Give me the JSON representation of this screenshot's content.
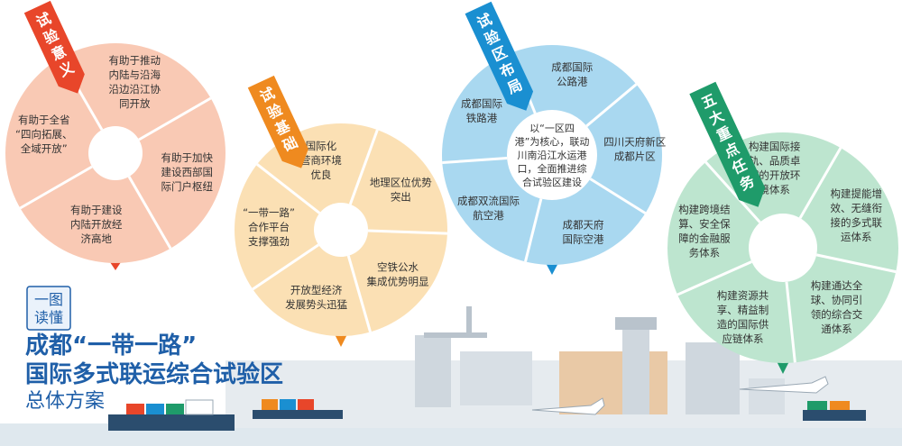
{
  "badge": {
    "line1": "一图",
    "line2": "读懂"
  },
  "title": {
    "line1": "成都“一带一路”",
    "line2": "国际多式联运综合试验区",
    "line3": "总体方案"
  },
  "circles": [
    {
      "id": "significance",
      "tag": "试验意义",
      "colors": {
        "fill": "#f9c9b4",
        "tag": "#e8462a",
        "pin": "#e8462a"
      },
      "center_text": [],
      "segments": [
        [
          "有助于加快",
          "建设西部国",
          "际门户枢纽"
        ],
        [
          "有助于建设",
          "内陆开放经",
          "济高地"
        ],
        [
          "有助于全省",
          "“四向拓展、",
          "全域开放”"
        ],
        [
          "有助于推动",
          "内陆与沿海",
          "沿边沿江协",
          "同开放"
        ]
      ]
    },
    {
      "id": "foundation",
      "tag": "试验基础",
      "colors": {
        "fill": "#fbe0b4",
        "tag": "#ef8a1f",
        "pin": "#ef8a1f"
      },
      "center_text": [],
      "segments": [
        [
          "地理区位优势",
          "突出"
        ],
        [
          "空铁公水",
          "集成优势明显"
        ],
        [
          "开放型经济",
          "发展势头迅猛"
        ],
        [
          "“一带一路”",
          "合作平台",
          "支撑强劲"
        ],
        [
          "国际化",
          "营商环境",
          "优良"
        ]
      ]
    },
    {
      "id": "layout",
      "tag": "试验区布局",
      "colors": {
        "fill": "#a9d8f0",
        "tag": "#1a8fd1",
        "pin": "#1a8fd1"
      },
      "center_text": [
        "以“一区四",
        "港”为核心，联动",
        "川南沿江水运港",
        "口，全面推进综",
        "合试验区建设"
      ],
      "segments": [
        [
          "四川天府新区",
          "成都片区"
        ],
        [
          "成都天府",
          "国际空港"
        ],
        [
          "成都双流国际",
          "航空港"
        ],
        [
          "成都国际",
          "铁路港"
        ],
        [
          "成都国际",
          "公路港"
        ]
      ]
    },
    {
      "id": "tasks",
      "tag": "五大重点任务",
      "colors": {
        "fill": "#bde5cf",
        "tag": "#1f9b6a",
        "pin": "#1f9b6a"
      },
      "center_text": [],
      "segments": [
        [
          "构建提能增",
          "效、无缝衔",
          "接的多式联",
          "运体系"
        ],
        [
          "构建通达全",
          "球、协同引",
          "领的综合交",
          "通体系"
        ],
        [
          "构建资源共",
          "享、精益制",
          "造的国际供",
          "应链体系"
        ],
        [
          "构建跨境结",
          "算、安全保",
          "障的金融服",
          "务体系"
        ],
        [
          "构建国际接",
          "轨、品质卓",
          "越的开放环",
          "境体系"
        ]
      ]
    }
  ]
}
